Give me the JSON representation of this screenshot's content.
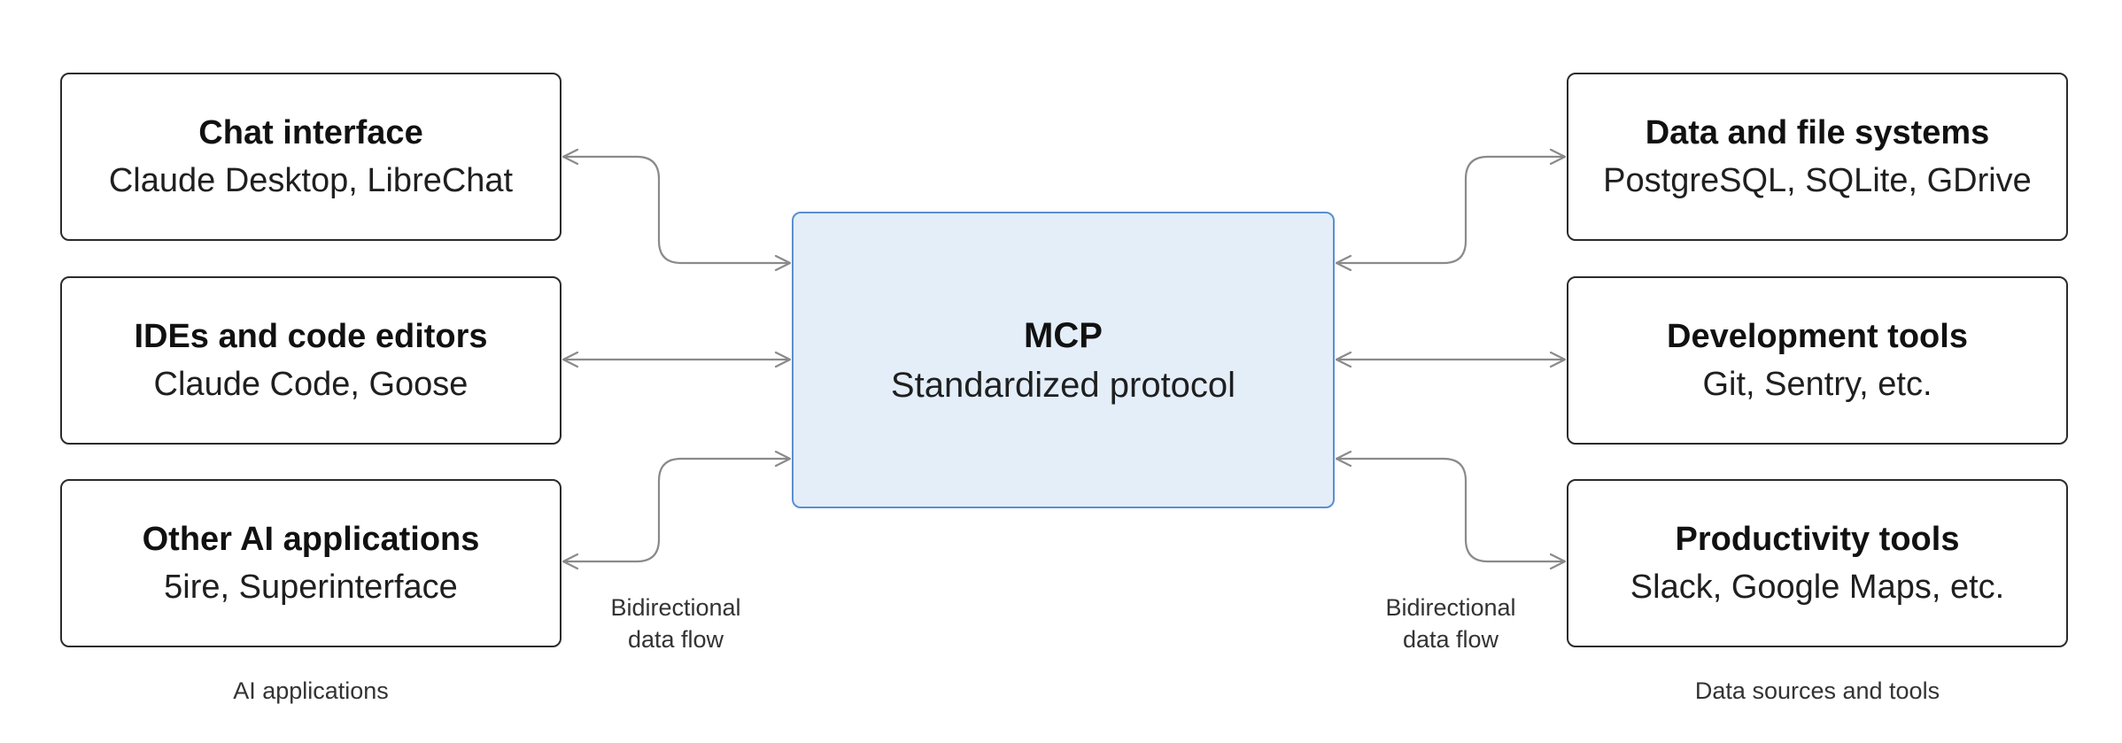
{
  "center": {
    "title": "MCP",
    "subtitle": "Standardized protocol"
  },
  "ai_applications": {
    "group_label": "AI applications",
    "boxes": [
      {
        "title": "Chat interface",
        "subtitle": "Claude Desktop, LibreChat"
      },
      {
        "title": "IDEs and code editors",
        "subtitle": "Claude Code, Goose"
      },
      {
        "title": "Other AI applications",
        "subtitle": "5ire, Superinterface"
      }
    ],
    "flow_label": {
      "line1": "Bidirectional",
      "line2": "data flow"
    }
  },
  "data_sources": {
    "group_label": "Data sources and tools",
    "boxes": [
      {
        "title": "Data and file systems",
        "subtitle": "PostgreSQL, SQLite, GDrive"
      },
      {
        "title": "Development tools",
        "subtitle": "Git, Sentry, etc."
      },
      {
        "title": "Productivity tools",
        "subtitle": "Slack, Google Maps, etc."
      }
    ],
    "flow_label": {
      "line1": "Bidirectional",
      "line2": "data flow"
    }
  },
  "colors": {
    "connector": "#8a8a8a",
    "center_fill": "#e3eef9",
    "center_border": "#5b8fd0",
    "box_border": "#2b2b2b"
  }
}
